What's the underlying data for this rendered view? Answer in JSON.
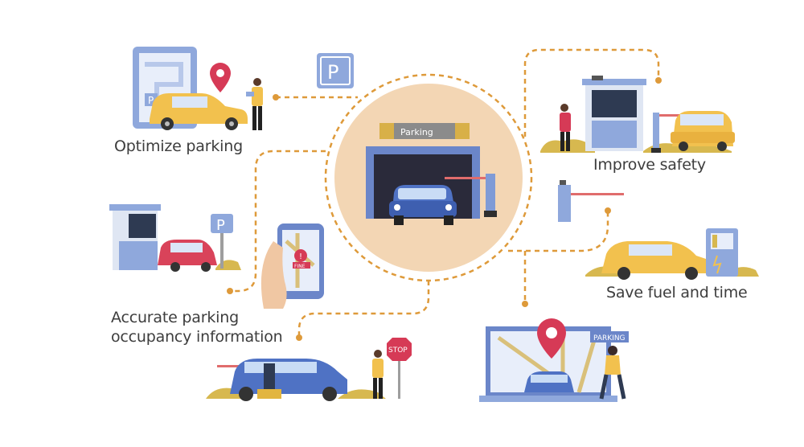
{
  "labels": {
    "optimize": "Optimize parking",
    "safety": "Improve safety",
    "occupancy_line1": "Accurate parking",
    "occupancy_line2": "occupancy information",
    "fuel": "Save fuel and time"
  },
  "signs": {
    "parking_banner": "Parking",
    "p_sign": "P",
    "fine": "FINE",
    "stop": "STOP",
    "parking_placard": "PARKING"
  },
  "colors": {
    "dash": "#de9a3a",
    "circle_bg": "#f3d6b4",
    "car_yellow": "#f2c14e",
    "car_blue": "#4f72c4",
    "car_red": "#d9435a",
    "pin_red": "#d63a56",
    "panel_blue": "#8fa8dc",
    "bush": "#d7b84f",
    "text": "#3d3d3d"
  }
}
